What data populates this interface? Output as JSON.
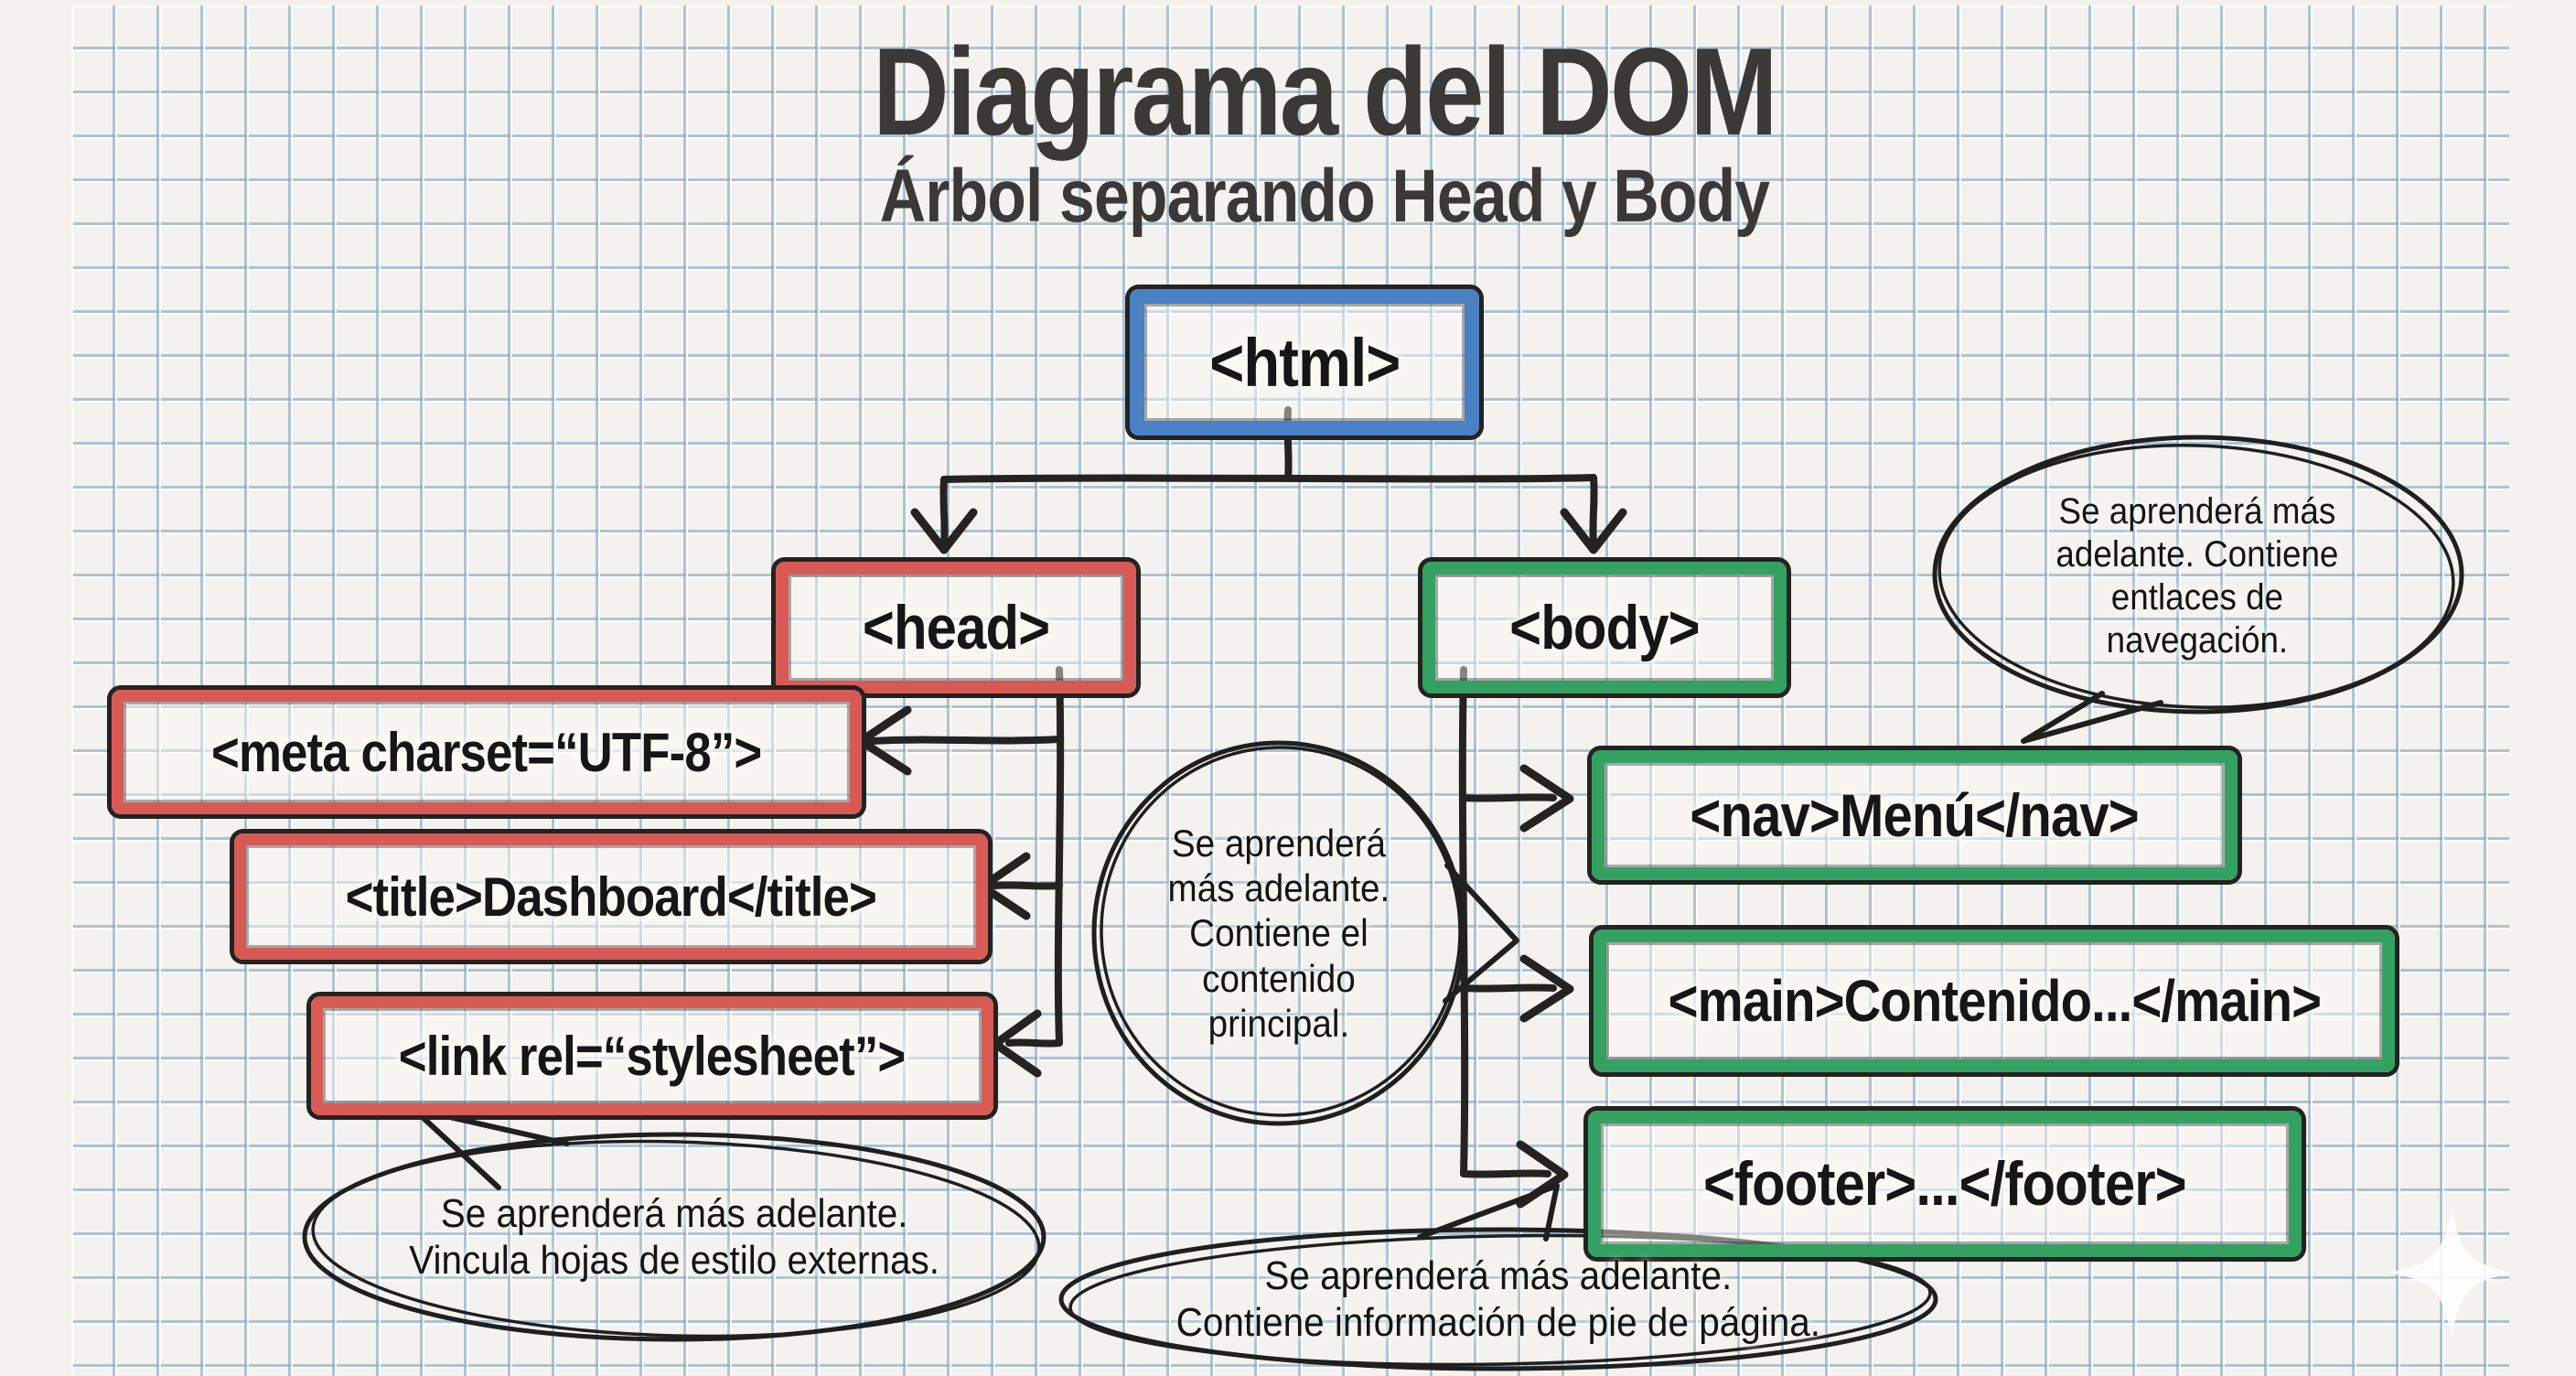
{
  "title": "Diagrama del DOM",
  "subtitle": "Árbol separando Head y Body",
  "nodes": {
    "html": {
      "label": "<html>",
      "color": "#4a81c4"
    },
    "head": {
      "label": "<head>",
      "color": "#d85a56"
    },
    "body": {
      "label": "<body>",
      "color": "#34a163"
    },
    "meta": {
      "label": "<meta charset=“UTF-8”>",
      "color": "#d85a56"
    },
    "title_tag": {
      "label": "<title>Dashboard</title>",
      "color": "#d85a56"
    },
    "link": {
      "label": "<link rel=“stylesheet”>",
      "color": "#d85a56"
    },
    "nav": {
      "label": "<nav>Menú</nav>",
      "color": "#34a163"
    },
    "main": {
      "label": "<main>Contenido...</main>",
      "color": "#34a163"
    },
    "footer": {
      "label": "<footer>...</footer>",
      "color": "#34a163"
    }
  },
  "bubbles": {
    "nav_note": {
      "text": "Se aprenderá más\nadelante. Contiene\nentlaces de\nnavegación."
    },
    "main_note": {
      "text": "Se aprenderá\nmás adelante.\nContiene el\ncontenido\nprincipal."
    },
    "link_note": {
      "text": "Se aprenderá más adelante.\nVincula hojas de estilo externas."
    },
    "footer_note": {
      "text": "Se aprenderá más adelante.\nContiene información de pie de página."
    }
  },
  "colors": {
    "paper": "#f3f2ee",
    "grid_line": "#a9c0d4",
    "ink": "#242321",
    "html_blue": "#4a81c4",
    "head_red": "#d85a56",
    "body_green": "#34a163"
  }
}
